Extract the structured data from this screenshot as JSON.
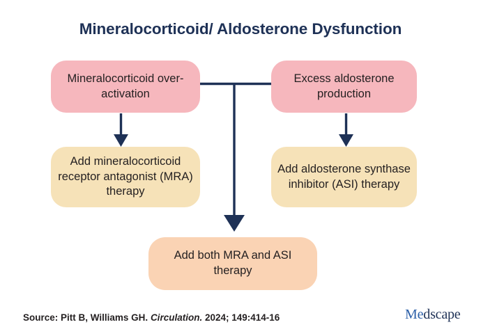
{
  "title": "Mineralocorticoid/ Aldosterone Dysfunction",
  "nodes": {
    "mineralocorticoid_overactivation": "Mineralocorticoid over-activation",
    "excess_aldosterone_production": "Excess aldosterone production",
    "add_mra_therapy": "Add mineralocorticoid receptor antagonist (MRA) therapy",
    "add_asi_therapy": "Add aldosterone synthase inhibitor (ASI) therapy",
    "add_both_therapy": "Add both MRA and ASI therapy"
  },
  "source": {
    "prefix": "Source: Pitt B, Williams GH.",
    "journal": "Circulation.",
    "citation": "2024; 149:414-16"
  },
  "brand": {
    "full": "Medscape",
    "lead": "Me",
    "rest": "dscape"
  },
  "colors": {
    "title_navy": "#1e3156",
    "connector_navy": "#1e3156",
    "node_pink": "#f6b7bd",
    "node_cream": "#f6e2b8",
    "node_peach": "#fad3b4",
    "text_dark": "#231f20",
    "background": "#ffffff"
  },
  "chart_data": {
    "type": "diagram",
    "title": "Mineralocorticoid/ Aldosterone Dysfunction",
    "layout": "flowchart",
    "nodes": [
      {
        "id": "mineralocorticoid-overactivation",
        "label": "Mineralocorticoid over-activation",
        "fill": "#f6b7bd",
        "row": 1,
        "column": "left"
      },
      {
        "id": "excess-aldosterone-production",
        "label": "Excess aldosterone production",
        "fill": "#f6b7bd",
        "row": 1,
        "column": "right"
      },
      {
        "id": "add-mra-therapy",
        "label": "Add mineralocorticoid receptor antagonist (MRA) therapy",
        "fill": "#f6e2b8",
        "row": 2,
        "column": "left"
      },
      {
        "id": "add-asi-therapy",
        "label": "Add aldosterone synthase inhibitor (ASI) therapy",
        "fill": "#f6e2b8",
        "row": 2,
        "column": "right"
      },
      {
        "id": "add-both-therapy",
        "label": "Add both MRA and ASI therapy",
        "fill": "#fad3b4",
        "row": 3,
        "column": "center"
      }
    ],
    "edges": [
      {
        "from": "mineralocorticoid-overactivation",
        "to": "add-mra-therapy",
        "arrow": true
      },
      {
        "from": "excess-aldosterone-production",
        "to": "add-asi-therapy",
        "arrow": true
      },
      {
        "from": "mineralocorticoid-overactivation",
        "to": "add-both-therapy",
        "arrow": true,
        "style": "joined-bus"
      },
      {
        "from": "excess-aldosterone-production",
        "to": "add-both-therapy",
        "arrow": true,
        "style": "joined-bus"
      }
    ]
  }
}
